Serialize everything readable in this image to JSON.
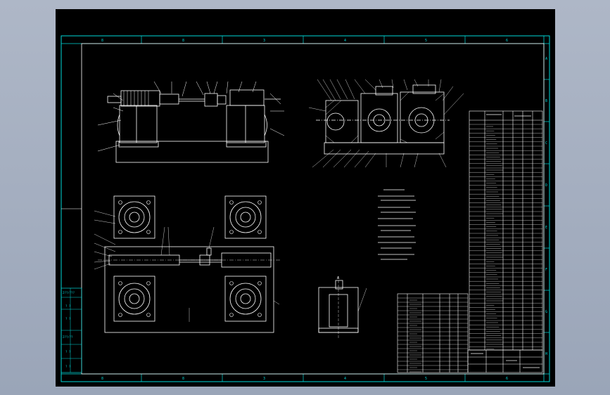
{
  "zone_columns": [
    "8",
    "8",
    "3",
    "4",
    "5",
    "6"
  ],
  "zone_rows": [
    "A",
    "B",
    "C",
    "D",
    "E",
    "F",
    "G",
    "H"
  ],
  "left_stamp_labels": [
    "2??/???",
    "? ?",
    "? ?",
    "2??/??",
    "? ?",
    "? ?"
  ],
  "small_marks": [
    "A"
  ],
  "colors": {
    "background": "#000000",
    "border": "#00d8d8",
    "geometry": "#ffffff",
    "sheet_frame": "#ffffff",
    "viewport": "#a9b3c3"
  },
  "icons": [
    "drawing-canvas-icon"
  ]
}
